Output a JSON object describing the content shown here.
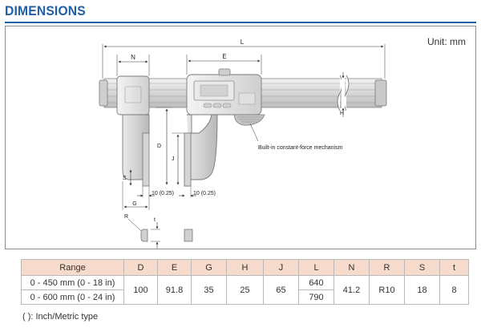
{
  "title": "DIMENSIONS",
  "unit_label": "Unit: mm",
  "diagram": {
    "labels": {
      "L": "L",
      "N": "N",
      "E": "E",
      "H": "H",
      "D": "D",
      "J": "J",
      "S": "S",
      "G": "G",
      "R": "R",
      "t": "t",
      "dim10_left": "10 (0.25)",
      "dim10_right": "10 (0.25)",
      "mechanism": "Built-in constant-force mechanism"
    }
  },
  "table": {
    "headers": [
      "Range",
      "D",
      "E",
      "G",
      "H",
      "J",
      "L",
      "N",
      "R",
      "S",
      "t"
    ],
    "ranges": [
      "0 - 450 mm (0 - 18 in)",
      "0 - 600 mm (0 - 24 in)"
    ],
    "D": "100",
    "E": "91.8",
    "G": "35",
    "H": "25",
    "J": "65",
    "L": [
      "640",
      "790"
    ],
    "N": "41.2",
    "R": "R10",
    "S": "18",
    "t": "8"
  },
  "note": "( ): Inch/Metric type"
}
